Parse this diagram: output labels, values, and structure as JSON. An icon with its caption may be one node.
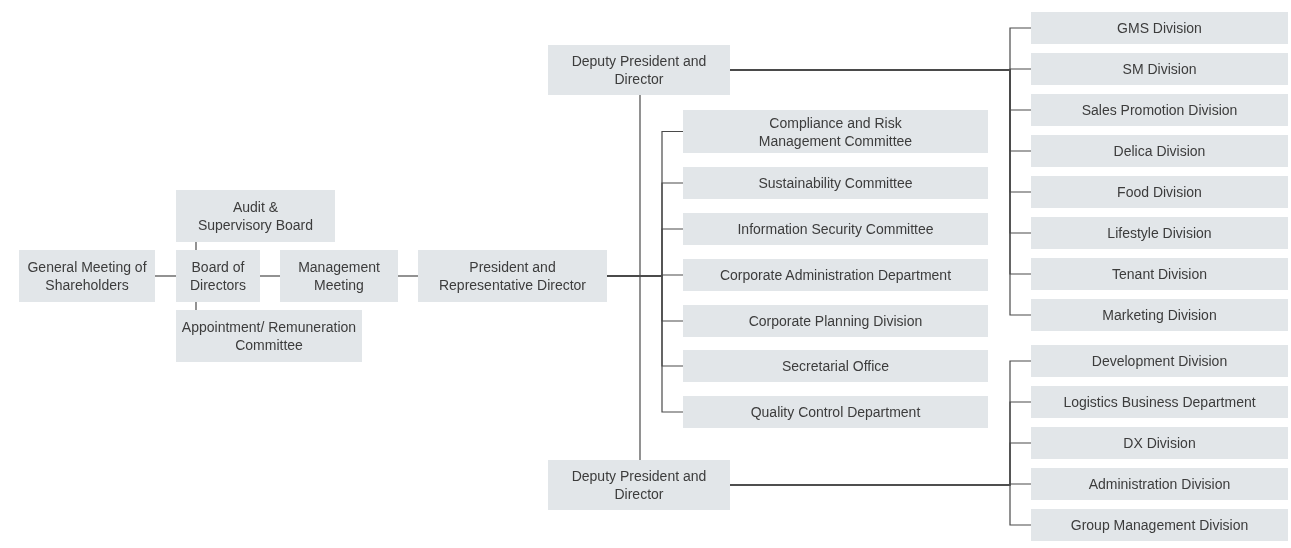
{
  "diagram": {
    "nodes": [
      {
        "text": [
          "General Meeting of Shareholders"
        ]
      },
      {
        "text": [
          "Audit & Supervisory Board"
        ]
      },
      {
        "text": [
          "Board of Directors"
        ]
      },
      {
        "text": [
          "Appointment/ Remuneration Committee"
        ]
      },
      {
        "text": [
          "Management Meeting"
        ]
      },
      {
        "text": [
          "President and Representative Director"
        ]
      },
      {
        "text": [
          "Deputy President and Director"
        ]
      },
      {
        "text": [
          "Compliance and Risk Management Committee"
        ]
      },
      {
        "text": [
          "Sustainability Committee"
        ]
      },
      {
        "text": [
          "Information Security Committee"
        ]
      },
      {
        "text": [
          "Corporate Administration Department"
        ]
      },
      {
        "text": [
          "Corporate Planning Division"
        ]
      },
      {
        "text": [
          "Secretarial Office"
        ]
      },
      {
        "text": [
          "Quality Control Department"
        ]
      },
      {
        "text": [
          "Deputy President and Director"
        ]
      },
      {
        "text": [
          "GMS Division"
        ]
      },
      {
        "text": [
          "SM Division"
        ]
      },
      {
        "text": [
          "Sales Promotion Division"
        ]
      },
      {
        "text": [
          "Delica Division"
        ]
      },
      {
        "text": [
          "Food Division"
        ]
      },
      {
        "text": [
          "Lifestyle Division"
        ]
      },
      {
        "text": [
          "Tenant Division"
        ]
      },
      {
        "text": [
          "Marketing Division"
        ]
      },
      {
        "text": [
          "Development Division"
        ]
      },
      {
        "text": [
          "Logistics Business Department"
        ]
      },
      {
        "text": [
          "DX Division"
        ]
      },
      {
        "text": [
          "Administration Division"
        ]
      },
      {
        "text": [
          "Group Management Division"
        ]
      }
    ],
    "edges": [
      {
        "from": 0,
        "to": 2,
        "arrow": "none"
      },
      {
        "from": 2,
        "to": 1,
        "arrow": "none"
      },
      {
        "from": 2,
        "to": 3,
        "arrow": "none"
      },
      {
        "from": 2,
        "to": 4,
        "arrow": "none"
      },
      {
        "from": 4,
        "to": 5,
        "arrow": "none"
      },
      {
        "from": 5,
        "to": 6,
        "arrow": "none"
      },
      {
        "from": 5,
        "to": 14,
        "arrow": "none"
      },
      {
        "from": 5,
        "to": 7,
        "arrow": "none"
      },
      {
        "from": 5,
        "to": 8,
        "arrow": "none"
      },
      {
        "from": 5,
        "to": 9,
        "arrow": "none"
      },
      {
        "from": 5,
        "to": 10,
        "arrow": "none"
      },
      {
        "from": 5,
        "to": 11,
        "arrow": "none"
      },
      {
        "from": 5,
        "to": 12,
        "arrow": "none"
      },
      {
        "from": 5,
        "to": 13,
        "arrow": "none"
      },
      {
        "from": 6,
        "to": 15,
        "arrow": "none"
      },
      {
        "from": 6,
        "to": 16,
        "arrow": "none"
      },
      {
        "from": 6,
        "to": 17,
        "arrow": "none"
      },
      {
        "from": 6,
        "to": 18,
        "arrow": "none"
      },
      {
        "from": 6,
        "to": 19,
        "arrow": "none"
      },
      {
        "from": 6,
        "to": 20,
        "arrow": "none"
      },
      {
        "from": 6,
        "to": 21,
        "arrow": "none"
      },
      {
        "from": 6,
        "to": 22,
        "arrow": "none"
      },
      {
        "from": 14,
        "to": 23,
        "arrow": "none"
      },
      {
        "from": 14,
        "to": 24,
        "arrow": "none"
      },
      {
        "from": 14,
        "to": 25,
        "arrow": "none"
      },
      {
        "from": 14,
        "to": 26,
        "arrow": "none"
      },
      {
        "from": 14,
        "to": 27,
        "arrow": "none"
      }
    ]
  }
}
